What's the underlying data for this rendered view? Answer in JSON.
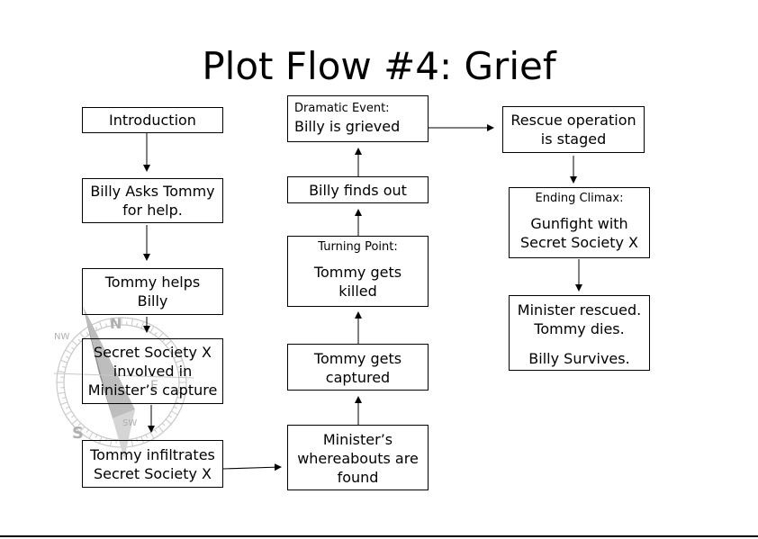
{
  "title": "Plot Flow #4: Grief",
  "boxes": {
    "introduction": "Introduction",
    "billy_asks_1": "Billy Asks Tommy",
    "billy_asks_2": "for help.",
    "tommy_helps_1": "Tommy helps",
    "tommy_helps_2": "Billy",
    "secret_society_1": "Secret Society X",
    "secret_society_2": "involved in",
    "secret_society_3": "Minister’s capture",
    "infiltrates_1": "Tommy infiltrates",
    "infiltrates_2": "Secret Society X",
    "whereabouts_1": "Minister’s",
    "whereabouts_2": "whereabouts are",
    "whereabouts_3": "found",
    "captured_1": "Tommy gets",
    "captured_2": "captured",
    "turning_label": "Turning Point:",
    "killed_1": "Tommy gets",
    "killed_2": "killed",
    "finds_out": "Billy finds out",
    "dramatic_label": "Dramatic Event:",
    "grieved": "Billy is grieved",
    "rescue_1": "Rescue operation",
    "rescue_2": "is staged",
    "ending_label": "Ending Climax:",
    "gunfight_1": "Gunfight with",
    "gunfight_2": "Secret Society X",
    "rescued_1": "Minister rescued.",
    "rescued_2": "Tommy dies.",
    "rescued_3": "Billy Survives."
  },
  "watermark": {
    "n": "N",
    "s": "S",
    "e": "E",
    "nw": "NW",
    "sw": "SW"
  }
}
